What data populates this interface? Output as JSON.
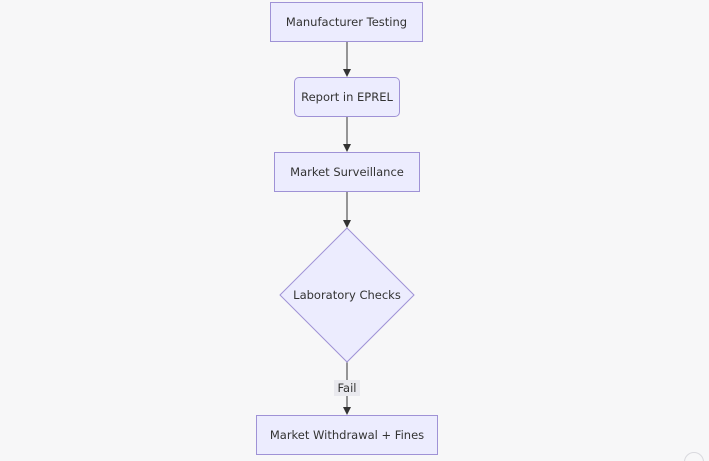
{
  "diagram": {
    "type": "flowchart",
    "direction": "top-down",
    "colors": {
      "background": "#f7f7f8",
      "node_fill": "#ececfe",
      "node_border": "#9f92d6",
      "edge": "#333333",
      "edge_label_bg": "#e9e9ee",
      "text": "#333333"
    },
    "nodes": [
      {
        "id": "n1",
        "shape": "rectangle",
        "label": "Manufacturer Testing"
      },
      {
        "id": "n2",
        "shape": "rounded-rectangle",
        "label": "Report in EPREL"
      },
      {
        "id": "n3",
        "shape": "rectangle",
        "label": "Market Surveillance"
      },
      {
        "id": "n4",
        "shape": "diamond",
        "label": "Laboratory Checks"
      },
      {
        "id": "n5",
        "shape": "rectangle",
        "label": "Market Withdrawal + Fines"
      }
    ],
    "edges": [
      {
        "from": "n1",
        "to": "n2",
        "label": ""
      },
      {
        "from": "n2",
        "to": "n3",
        "label": ""
      },
      {
        "from": "n3",
        "to": "n4",
        "label": ""
      },
      {
        "from": "n4",
        "to": "n5",
        "label": "Fail"
      }
    ]
  }
}
